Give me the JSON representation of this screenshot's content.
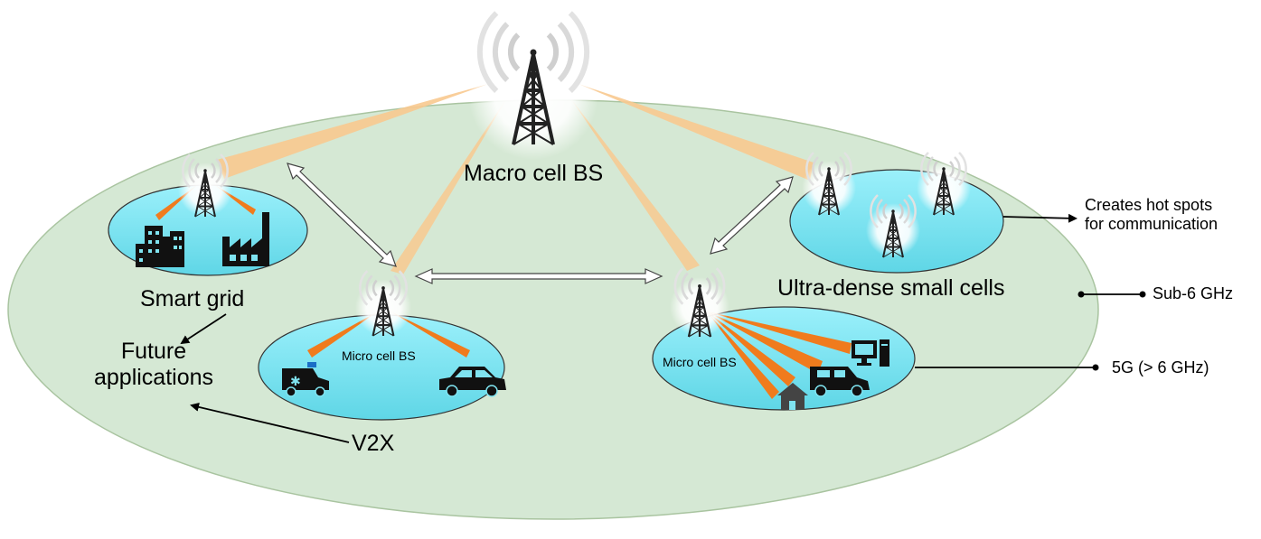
{
  "labels": {
    "macro_bs": "Macro cell BS",
    "smart_grid": "Smart grid",
    "future_applications_line1": "Future",
    "future_applications_line2": "applications",
    "v2x": "V2X",
    "micro_bs_left": "Micro cell BS",
    "micro_bs_right": "Micro cell BS",
    "ultra_dense": "Ultra-dense small cells",
    "hot_spots_line1": "Creates hot spots",
    "hot_spots_line2": "for communication",
    "sub6": "Sub-6 GHz",
    "fiveg": "5G (> 6 GHz)"
  },
  "colors": {
    "macro_area": "#d5e8d4",
    "macro_area_border": "#a9c4a0",
    "small_cell": "#7fe3f0",
    "beam_orange": "#f07b1d",
    "beam_light": "#f8c98f",
    "tower": "#222222",
    "icon": "#111111",
    "house": "#444444"
  },
  "icons": [
    "cell-tower-icon",
    "buildings-icon",
    "factory-icon",
    "ambulance-icon",
    "car-icon",
    "computer-icon",
    "camper-van-icon",
    "house-icon"
  ]
}
